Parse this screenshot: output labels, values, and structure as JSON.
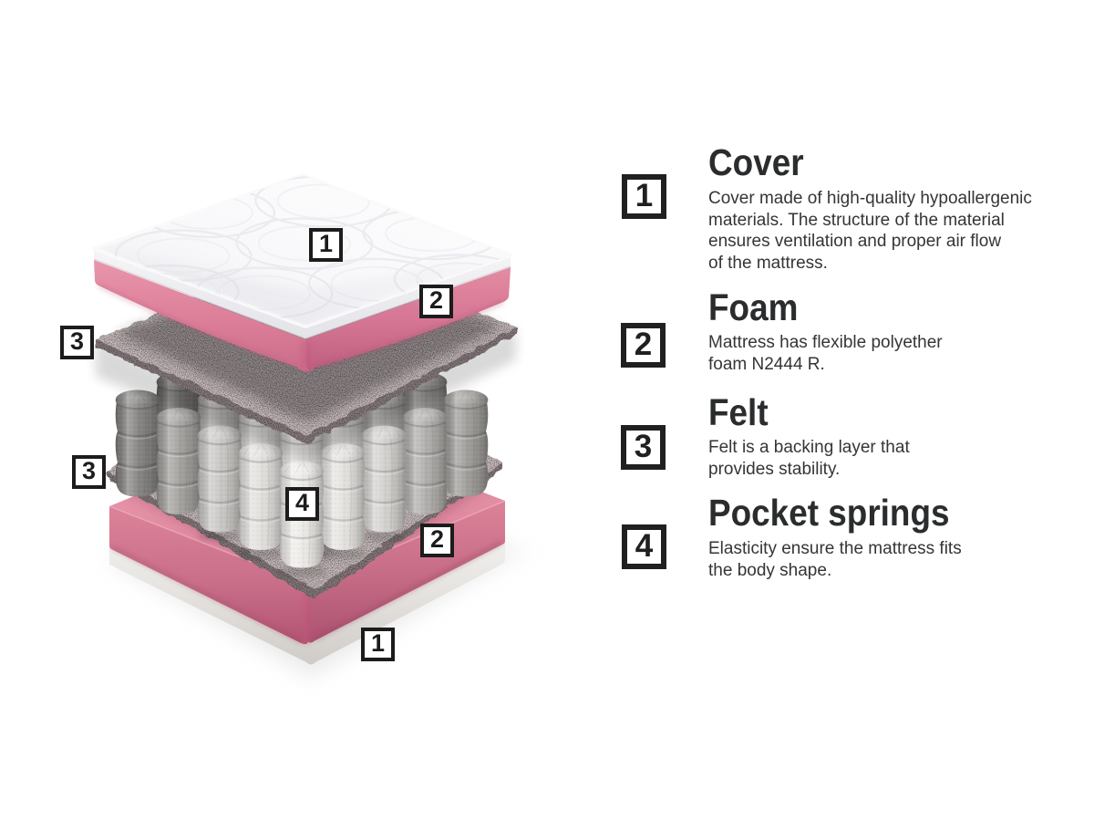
{
  "diagram": {
    "alt": "Exploded cutaway view of mattress layers",
    "callouts": [
      {
        "id": "cover-top",
        "number": "1"
      },
      {
        "id": "foam-top",
        "number": "2"
      },
      {
        "id": "felt-upper",
        "number": "3"
      },
      {
        "id": "felt-lower",
        "number": "3"
      },
      {
        "id": "pocket-springs",
        "number": "4"
      },
      {
        "id": "foam-bottom",
        "number": "2"
      },
      {
        "id": "cover-bottom",
        "number": "1"
      }
    ],
    "colors": {
      "foam_pink": "#df7f9c",
      "foam_pink_light": "#f0a5b8",
      "felt_gray": "#9a9096",
      "spring_light": "#eceae7",
      "spring_dark": "#7f7e7b",
      "cover_white": "#fbfbfc",
      "label_ink": "#1c1c1c",
      "background": "#ffffff"
    }
  },
  "legend": {
    "items": [
      {
        "number": "1",
        "title": "Cover",
        "lines": [
          "Cover made of high-quality hypoallergenic",
          "materials. The structure of the material",
          "ensures ventilation and proper air flow",
          "of the mattress."
        ]
      },
      {
        "number": "2",
        "title": "Foam",
        "lines": [
          "Mattress has flexible polyether",
          "foam N2444 R."
        ]
      },
      {
        "number": "3",
        "title": "Felt",
        "lines": [
          "Felt is a backing layer that",
          "provides stability."
        ]
      },
      {
        "number": "4",
        "title": "Pocket springs",
        "lines": [
          "Elasticity ensure the mattress fits",
          "the body shape."
        ]
      }
    ]
  }
}
